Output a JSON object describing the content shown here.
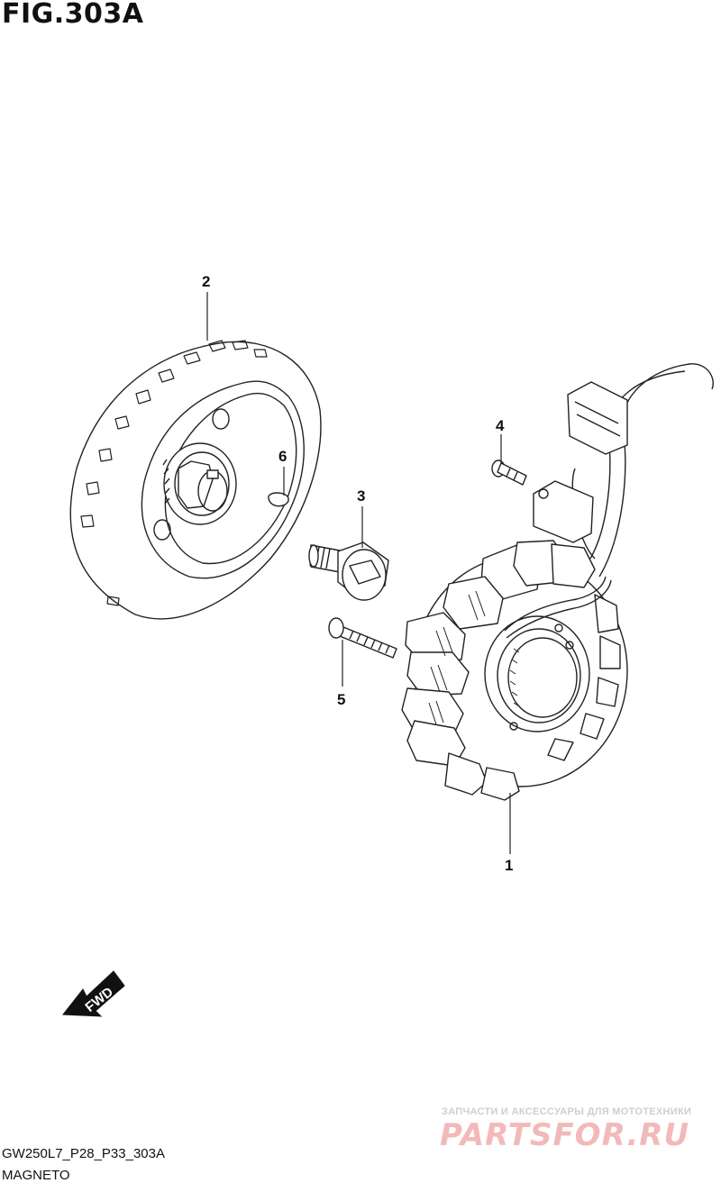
{
  "figure": {
    "title": "FIG.303A"
  },
  "callouts": [
    "1",
    "2",
    "3",
    "4",
    "5",
    "6"
  ],
  "fwd_label": "FWD",
  "footer": {
    "code": "GW250L7_P28_P33_303A",
    "caption": "MAGNETO"
  },
  "watermark": {
    "tagline": "ЗАПЧАСТИ И АКСЕССУАРЫ ДЛЯ МОТОТЕХНИКИ",
    "logo": "PARTSFOR.RU"
  }
}
